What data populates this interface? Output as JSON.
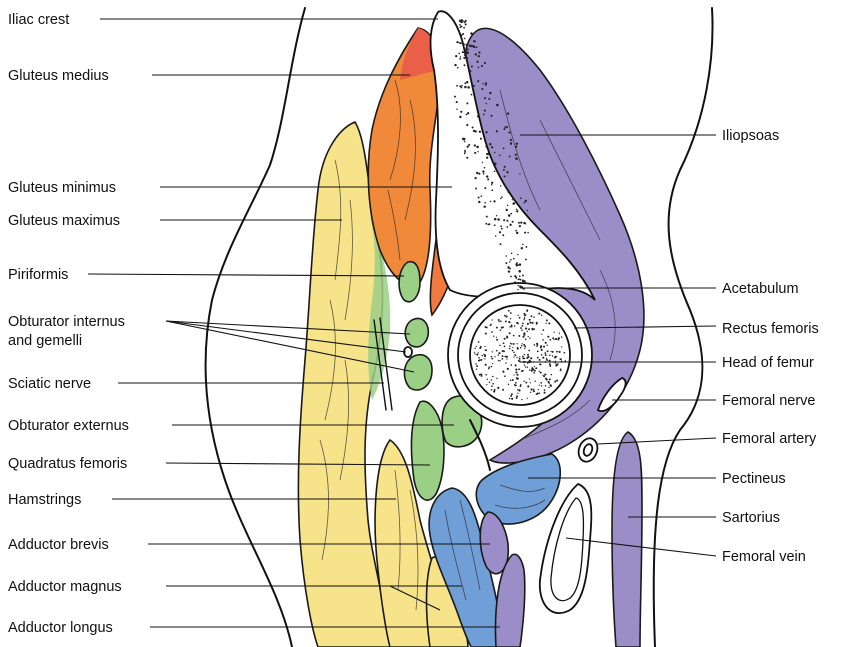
{
  "colors": {
    "gluteus_medius": "#f08a3a",
    "gluteus_medius_top": "#e85a4a",
    "gluteus_minimus": "#f07a3e",
    "gluteus_maximus": "#f7e38a",
    "piriformis": "#9bcf86",
    "obturator": "#9bcf86",
    "iliopsoas": "#9b8ec8",
    "pectineus": "#6f9fd6",
    "adductor_brevis": "#9b8ec8",
    "adductor_magnus": "#f7e38a",
    "adductor_longus": "#6f9fd6",
    "sartorius": "#9b8ec8"
  },
  "labels_left": [
    {
      "id": "iliac-crest",
      "text": "Iliac crest"
    },
    {
      "id": "gluteus-medius",
      "text": "Gluteus medius"
    },
    {
      "id": "gluteus-minimus",
      "text": "Gluteus minimus"
    },
    {
      "id": "gluteus-maximus",
      "text": "Gluteus maximus"
    },
    {
      "id": "piriformis",
      "text": "Piriformis"
    },
    {
      "id": "obturator-internus",
      "text": "Obturator internus"
    },
    {
      "id": "obturator-internus-2",
      "text": "and gemelli"
    },
    {
      "id": "sciatic-nerve",
      "text": "Sciatic nerve"
    },
    {
      "id": "obturator-externus",
      "text": "Obturator externus"
    },
    {
      "id": "quadratus-femoris",
      "text": "Quadratus femoris"
    },
    {
      "id": "hamstrings",
      "text": "Hamstrings"
    },
    {
      "id": "adductor-brevis",
      "text": "Adductor brevis"
    },
    {
      "id": "adductor-magnus",
      "text": "Adductor magnus"
    },
    {
      "id": "adductor-longus",
      "text": "Adductor longus"
    }
  ],
  "labels_right": [
    {
      "id": "iliopsoas",
      "text": "Iliopsoas"
    },
    {
      "id": "acetabulum",
      "text": "Acetabulum"
    },
    {
      "id": "rectus-femoris",
      "text": "Rectus femoris"
    },
    {
      "id": "head-of-femur",
      "text": "Head of femur"
    },
    {
      "id": "femoral-nerve",
      "text": "Femoral nerve"
    },
    {
      "id": "femoral-artery",
      "text": "Femoral artery"
    },
    {
      "id": "pectineus",
      "text": "Pectineus"
    },
    {
      "id": "sartorius",
      "text": "Sartorius"
    },
    {
      "id": "femoral-vein",
      "text": "Femoral vein"
    }
  ]
}
